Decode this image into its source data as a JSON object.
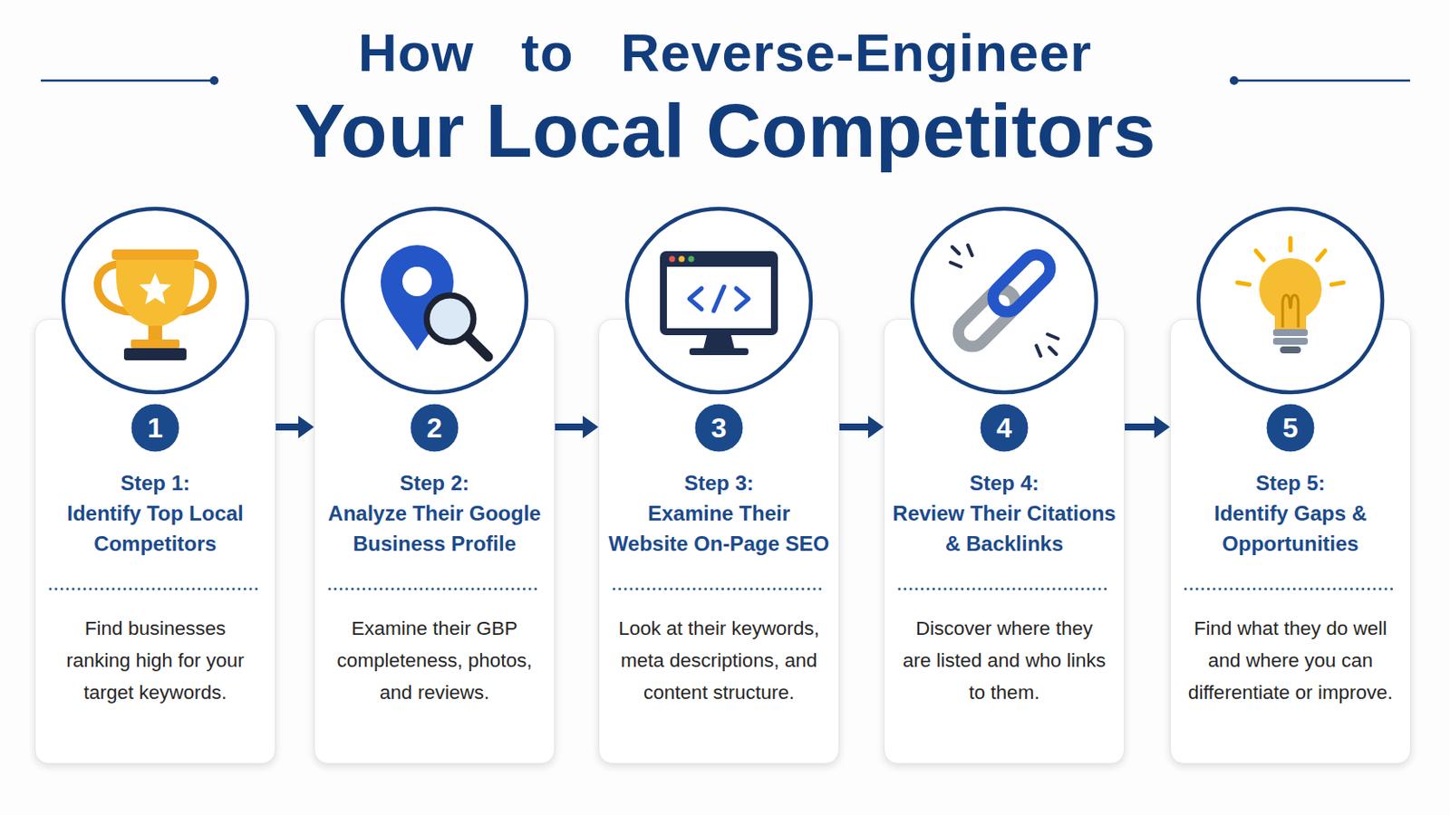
{
  "diagram": {
    "title": "How to Reverse-Engineer Your Local Competitors",
    "nodes": [
      {
        "text": [
          "Step 1:",
          "Identify Top Local Competitors",
          "Find businesses ranking high for your target keywords."
        ]
      },
      {
        "text": [
          "1"
        ],
        "in": 0
      },
      {
        "text": [
          "Step 2:",
          "Analyze Their Google Business Profile",
          "Examine their GBP completeness, photos, and reviews."
        ]
      },
      {
        "text": [
          "2"
        ],
        "in": 2
      },
      {
        "text": [
          "Step 3:",
          "Examine Their Website On-Page SEO",
          "Look at their keywords, meta descriptions, and content structure."
        ]
      },
      {
        "text": [
          "3"
        ],
        "in": 4
      },
      {
        "text": [
          "Step 4:",
          "Review Their Citations & Backlinks",
          "Discover where they are listed and who links to them."
        ]
      },
      {
        "text": [
          "4"
        ],
        "in": 6
      },
      {
        "text": [
          "Step 5:",
          "Identify Gaps & Opportunities",
          "Find what they do well and where you can differentiate or improve."
        ]
      },
      {
        "text": [
          "5"
        ],
        "in": 8
      }
    ],
    "edges": [
      {
        "from": 0,
        "to": 2,
        "arrow": "to"
      },
      {
        "from": 2,
        "to": 4,
        "arrow": "to"
      },
      {
        "from": 4,
        "to": 6,
        "arrow": "to"
      },
      {
        "from": 6,
        "to": 8,
        "arrow": "to"
      }
    ]
  }
}
